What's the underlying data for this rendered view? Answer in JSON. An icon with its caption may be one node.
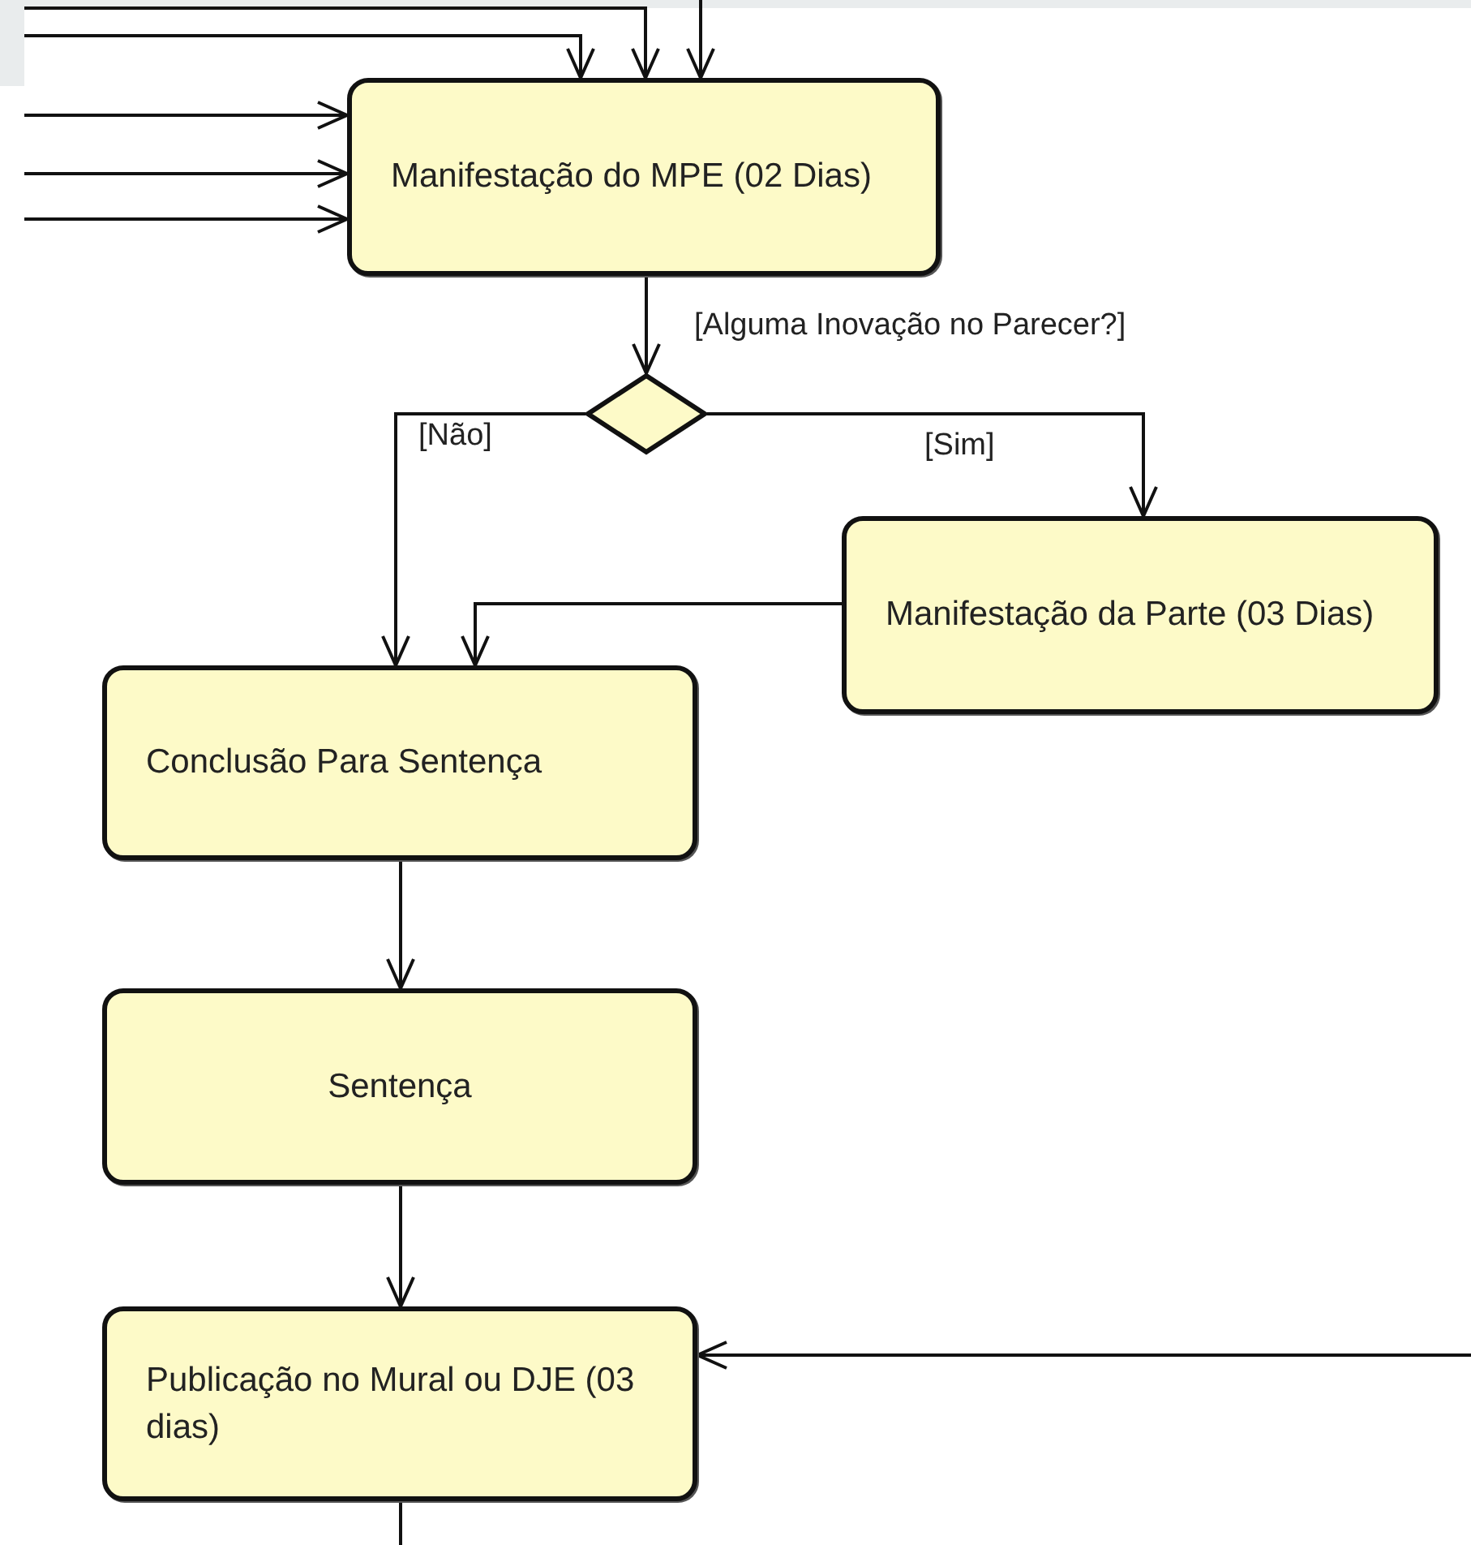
{
  "diagram": {
    "nodes": [
      {
        "text": [
          "Manifestação do MPE (02 Dias)"
        ]
      },
      {
        "text": [],
        "shape": "diamond"
      },
      {
        "text": [
          "Manifestação da Parte (03 Dias)"
        ]
      },
      {
        "text": [
          "Conclusão Para Sentença"
        ]
      },
      {
        "text": [
          "Sentença"
        ]
      },
      {
        "text": [
          "Publicação no Mural ou DJE (03 dias)"
        ]
      }
    ],
    "edges": [
      {
        "from": null,
        "to": 0,
        "arrow": "to"
      },
      {
        "from": null,
        "to": 0,
        "arrow": "to"
      },
      {
        "from": null,
        "to": 0,
        "arrow": "to"
      },
      {
        "from": null,
        "to": 0,
        "arrow": "to"
      },
      {
        "from": null,
        "to": 0,
        "arrow": "to"
      },
      {
        "from": null,
        "to": 0,
        "arrow": "to"
      },
      {
        "from": 0,
        "to": 1,
        "arrow": "to",
        "label": "[Alguma Inovação no Parecer?]"
      },
      {
        "from": 1,
        "to": 3,
        "arrow": "to",
        "label": "[Não]"
      },
      {
        "from": 1,
        "to": 2,
        "arrow": "to",
        "label": "[Sim]"
      },
      {
        "from": 2,
        "to": 3,
        "arrow": "to"
      },
      {
        "from": 3,
        "to": 4,
        "arrow": "to"
      },
      {
        "from": 4,
        "to": 5,
        "arrow": "to"
      },
      {
        "from": null,
        "to": 5,
        "arrow": "to"
      },
      {
        "from": 5,
        "to": null,
        "arrow": "none"
      }
    ]
  }
}
